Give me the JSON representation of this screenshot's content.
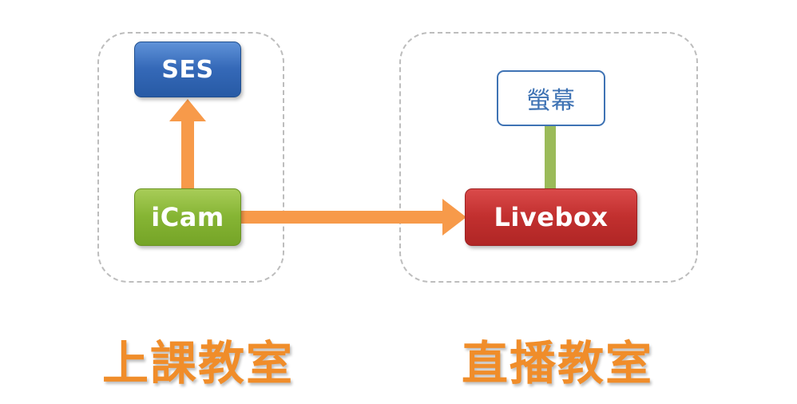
{
  "groups": [
    {
      "id": "group-left",
      "label": "上課教室"
    },
    {
      "id": "group-right",
      "label": "直播教室"
    }
  ],
  "nodes": {
    "ses": "SES",
    "icam": "iCam",
    "livebox": "Livebox",
    "screen": "螢幕"
  },
  "colors": {
    "ses": "#3569b8",
    "icam": "#86b534",
    "livebox": "#c2302f",
    "screen_border": "#3f73b4",
    "arrow": "#f79a4a",
    "link": "#9bbb59",
    "group_border": "#bdbdbd",
    "label_text": "#f08d2a"
  },
  "edges": [
    {
      "from": "icam",
      "to": "ses",
      "type": "arrow"
    },
    {
      "from": "icam",
      "to": "livebox",
      "type": "arrow"
    },
    {
      "from": "livebox",
      "to": "screen",
      "type": "line"
    }
  ]
}
